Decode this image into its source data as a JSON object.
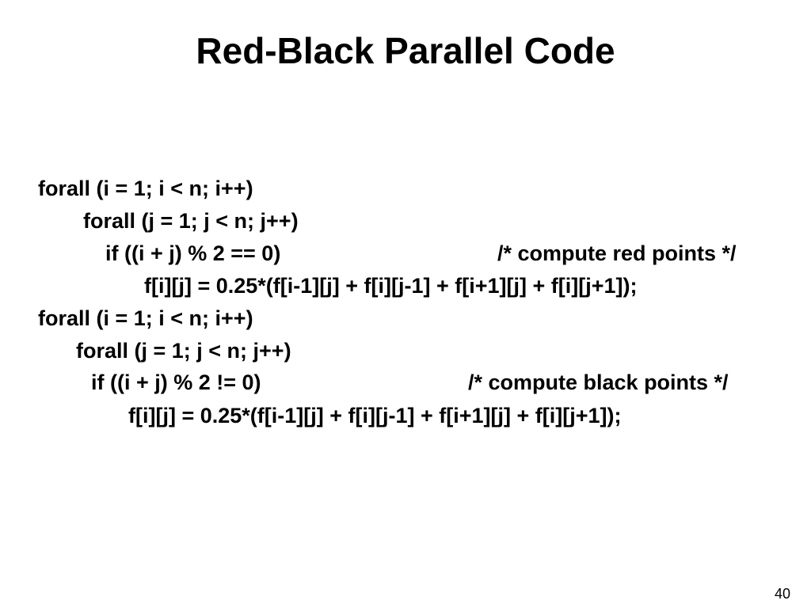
{
  "slide": {
    "title": "Red-Black Parallel Code",
    "page_number": "40"
  },
  "code": {
    "red": {
      "outer_loop": "forall (i = 1; i < n; i++)",
      "inner_loop": "forall (j = 1; j < n; j++)",
      "condition": "if ((i + j) % 2 == 0)",
      "comment": "/* compute red points */",
      "update": "f[i][j] = 0.25*(f[i-1][j] + f[i][j-1] + f[i+1][j] + f[i][j+1]);"
    },
    "black": {
      "outer_loop": "forall (i = 1; i < n; i++)",
      "inner_loop": "forall (j = 1; j < n; j++)",
      "condition": "if ((i + j) % 2 != 0)",
      "comment": "/* compute black points */",
      "update": "f[i][j] = 0.25*(f[i-1][j] + f[i][j-1] + f[i+1][j] + f[i][j+1]);"
    }
  }
}
